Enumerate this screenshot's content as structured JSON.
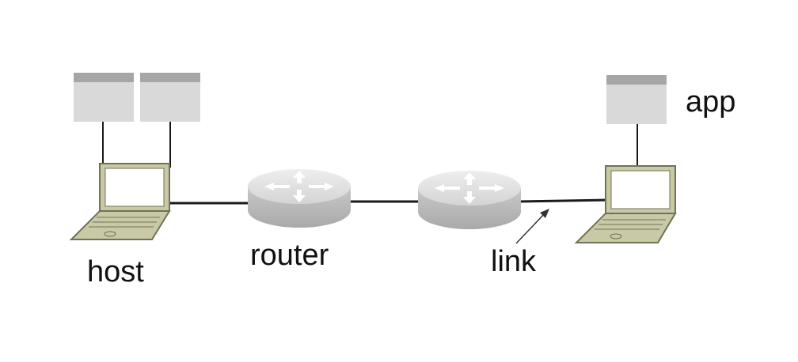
{
  "labels": {
    "host": "host",
    "router": "router",
    "link": "link",
    "app": "app"
  },
  "colors": {
    "link_line": "#1a1a1a",
    "app_window_body": "#d9d9d9",
    "app_window_bar": "#a6a6a6",
    "laptop_frame": "#c9c9a8",
    "laptop_outline": "#6f7353",
    "router_body": "#bfbfbf",
    "router_top": "#e0e0e0"
  },
  "icons": [
    "laptop-icon",
    "router-icon",
    "app-window-icon",
    "arrow-icon"
  ]
}
